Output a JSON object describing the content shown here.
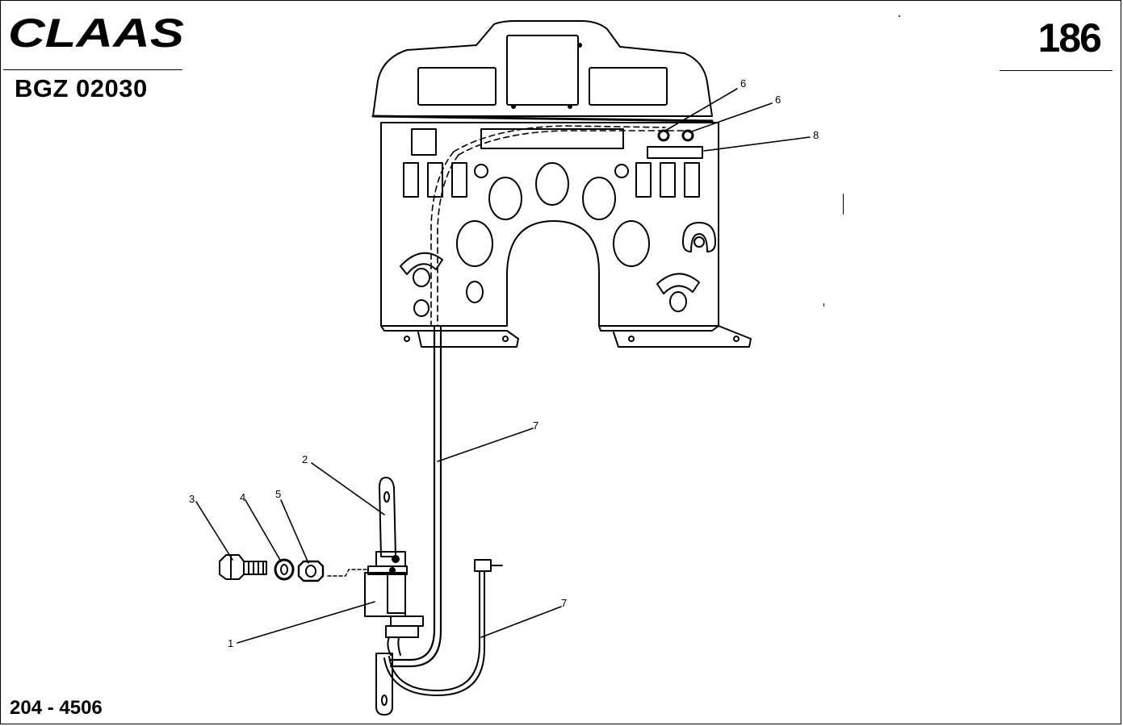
{
  "header": {
    "brand": "CLAAS",
    "doc_code": "BGZ 02030",
    "page_number": "186"
  },
  "footer": {
    "code": "204 - 4506"
  },
  "callouts": {
    "c1": "1",
    "c2": "2",
    "c3": "3",
    "c4": "4",
    "c5": "5",
    "c6a": "6",
    "c6b": "6",
    "c7a": "7",
    "c7b": "7",
    "c8": "8"
  }
}
